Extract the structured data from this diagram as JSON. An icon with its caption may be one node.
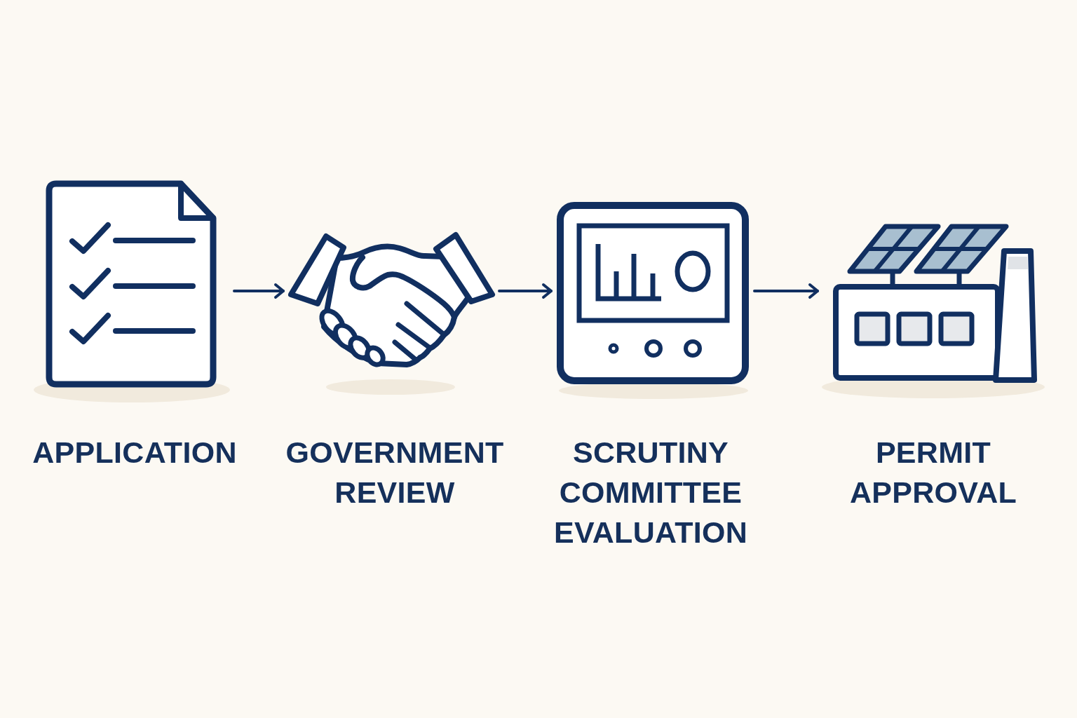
{
  "diagram": {
    "nodes": [
      {
        "text": [],
        "shape": "picture",
        "beside": [
          "APPLICATION"
        ]
      },
      {
        "text": [],
        "shape": "picture",
        "beside": [
          "GOVERNMENT REVIEW"
        ]
      },
      {
        "text": [],
        "shape": "picture",
        "beside": [
          "SCRUTINY COMMITTEE EVALUATION"
        ]
      },
      {
        "text": [],
        "shape": "picture",
        "beside": [
          "PERMIT APPROVAL"
        ]
      }
    ],
    "edges": [
      {
        "from": 0,
        "to": 1,
        "arrow": "to"
      },
      {
        "from": 1,
        "to": 2,
        "arrow": "to"
      },
      {
        "from": 2,
        "to": 3,
        "arrow": "to"
      }
    ]
  }
}
